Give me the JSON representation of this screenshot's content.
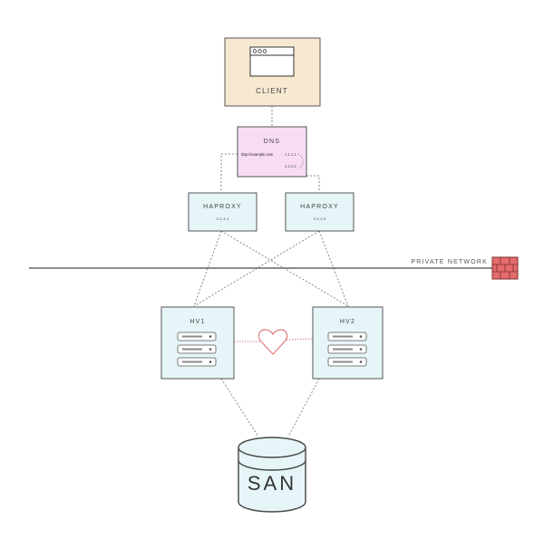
{
  "client": {
    "label": "CLIENT"
  },
  "dns": {
    "label": "DNS",
    "url": "http://example.com",
    "ip1": "1.1.1.1",
    "ip2": "2.2.2.2"
  },
  "haproxy1": {
    "label": "HAPROXY",
    "ip": "1.1.1.1"
  },
  "haproxy2": {
    "label": "HAPROXY",
    "ip": "2.2.2.2"
  },
  "network": {
    "label": "PRIVATE NETWORK"
  },
  "hv1": {
    "label": "HV1"
  },
  "hv2": {
    "label": "HV2"
  },
  "san": {
    "label": "SAN"
  },
  "colors": {
    "client_fill": "#f7e8d0",
    "dns_fill": "#f8dcf6",
    "node_fill": "#e6f6f8",
    "firewall": "#e46b6b",
    "heartbeat": "#e07b7b",
    "line": "#8a8a8a"
  }
}
